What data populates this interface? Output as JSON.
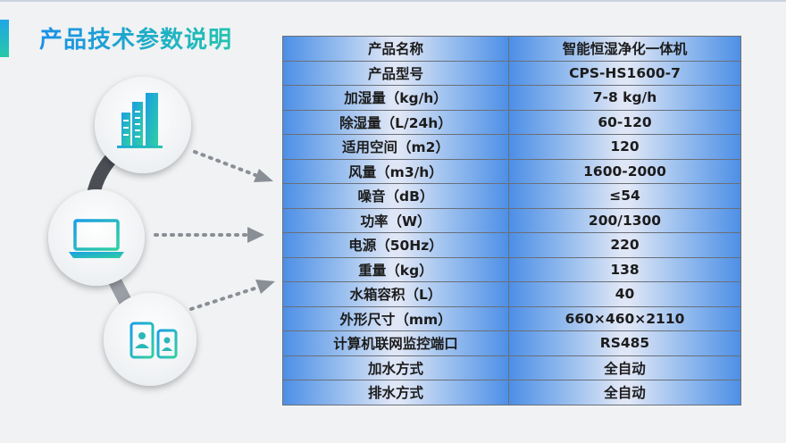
{
  "page": {
    "title": "产品技术参数说明"
  },
  "colors": {
    "accent_blue": "#1a8fe6",
    "accent_teal": "#22c3b0",
    "arrow_gray": "#8a8f96"
  },
  "icons": [
    "building-icon",
    "laptop-icon",
    "mobile-devices-icon"
  ],
  "specs": {
    "rows": [
      {
        "label": "产品名称",
        "value": "智能恒湿净化一体机"
      },
      {
        "label": "产品型号",
        "value": "CPS-HS1600-7"
      },
      {
        "label": "加湿量（kg/h）",
        "value": "7-8 kg/h"
      },
      {
        "label": "除湿量（L/24h）",
        "value": "60-120"
      },
      {
        "label": "适用空间（m2）",
        "value": "120"
      },
      {
        "label": "风量（m3/h）",
        "value": "1600-2000"
      },
      {
        "label": "噪音（dB）",
        "value": "≤54"
      },
      {
        "label": "功率（W）",
        "value": "200/1300"
      },
      {
        "label": "电源（50Hz）",
        "value": "220"
      },
      {
        "label": "重量（kg）",
        "value": "138"
      },
      {
        "label": "水箱容积（L）",
        "value": "40"
      },
      {
        "label": "外形尺寸（mm）",
        "value": "660×460×2110"
      },
      {
        "label": "计算机联网监控端口",
        "value": "RS485"
      },
      {
        "label": "加水方式",
        "value": "全自动"
      },
      {
        "label": "排水方式",
        "value": "全自动"
      }
    ]
  }
}
